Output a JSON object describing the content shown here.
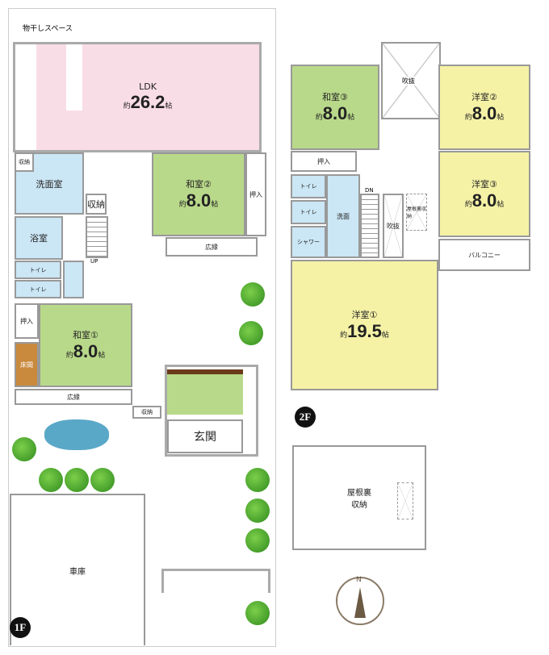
{
  "floor1": {
    "label": "1F",
    "drying_space": "物干しスペース",
    "ldk": {
      "name": "LDK",
      "prefix": "約",
      "size": "26.2",
      "unit": "帖"
    },
    "storage_small": "収納",
    "washroom": "洗面室",
    "storage": "収納",
    "bath": "浴室",
    "toilet1": "トイレ",
    "toilet2": "トイレ",
    "stairs_up": "UP",
    "washitsu2": {
      "name": "和室②",
      "prefix": "約",
      "size": "8.0",
      "unit": "帖"
    },
    "oshiire2": "押入",
    "engawa2": "広縁",
    "washitsu1": {
      "name": "和室①",
      "prefix": "約",
      "size": "8.0",
      "unit": "帖"
    },
    "oshiire1": "押入",
    "tokonoma": "床間",
    "engawa1": "広縁",
    "storage_entry": "収納",
    "entrance": "玄関",
    "garage": "車庫"
  },
  "floor2": {
    "label": "2F",
    "void_top": "吹抜",
    "washitsu3": {
      "name": "和室③",
      "prefix": "約",
      "size": "8.0",
      "unit": "帖"
    },
    "youshitsu2": {
      "name": "洋室②",
      "prefix": "約",
      "size": "8.0",
      "unit": "帖"
    },
    "youshitsu3": {
      "name": "洋室③",
      "prefix": "約",
      "size": "8.0",
      "unit": "帖"
    },
    "oshiire": "押入",
    "toilet1": "トイレ",
    "toilet2": "トイレ",
    "shower": "シャワー",
    "washbasin": "洗面",
    "stairs_down": "DN",
    "void_mid": "吹抜",
    "attic_small": "屋根裏収納",
    "balcony": "バルコニー",
    "youshitsu1": {
      "name": "洋室①",
      "prefix": "約",
      "size": "19.5",
      "unit": "帖"
    },
    "attic": {
      "line1": "屋根裏",
      "line2": "収納"
    }
  },
  "compass": "N"
}
